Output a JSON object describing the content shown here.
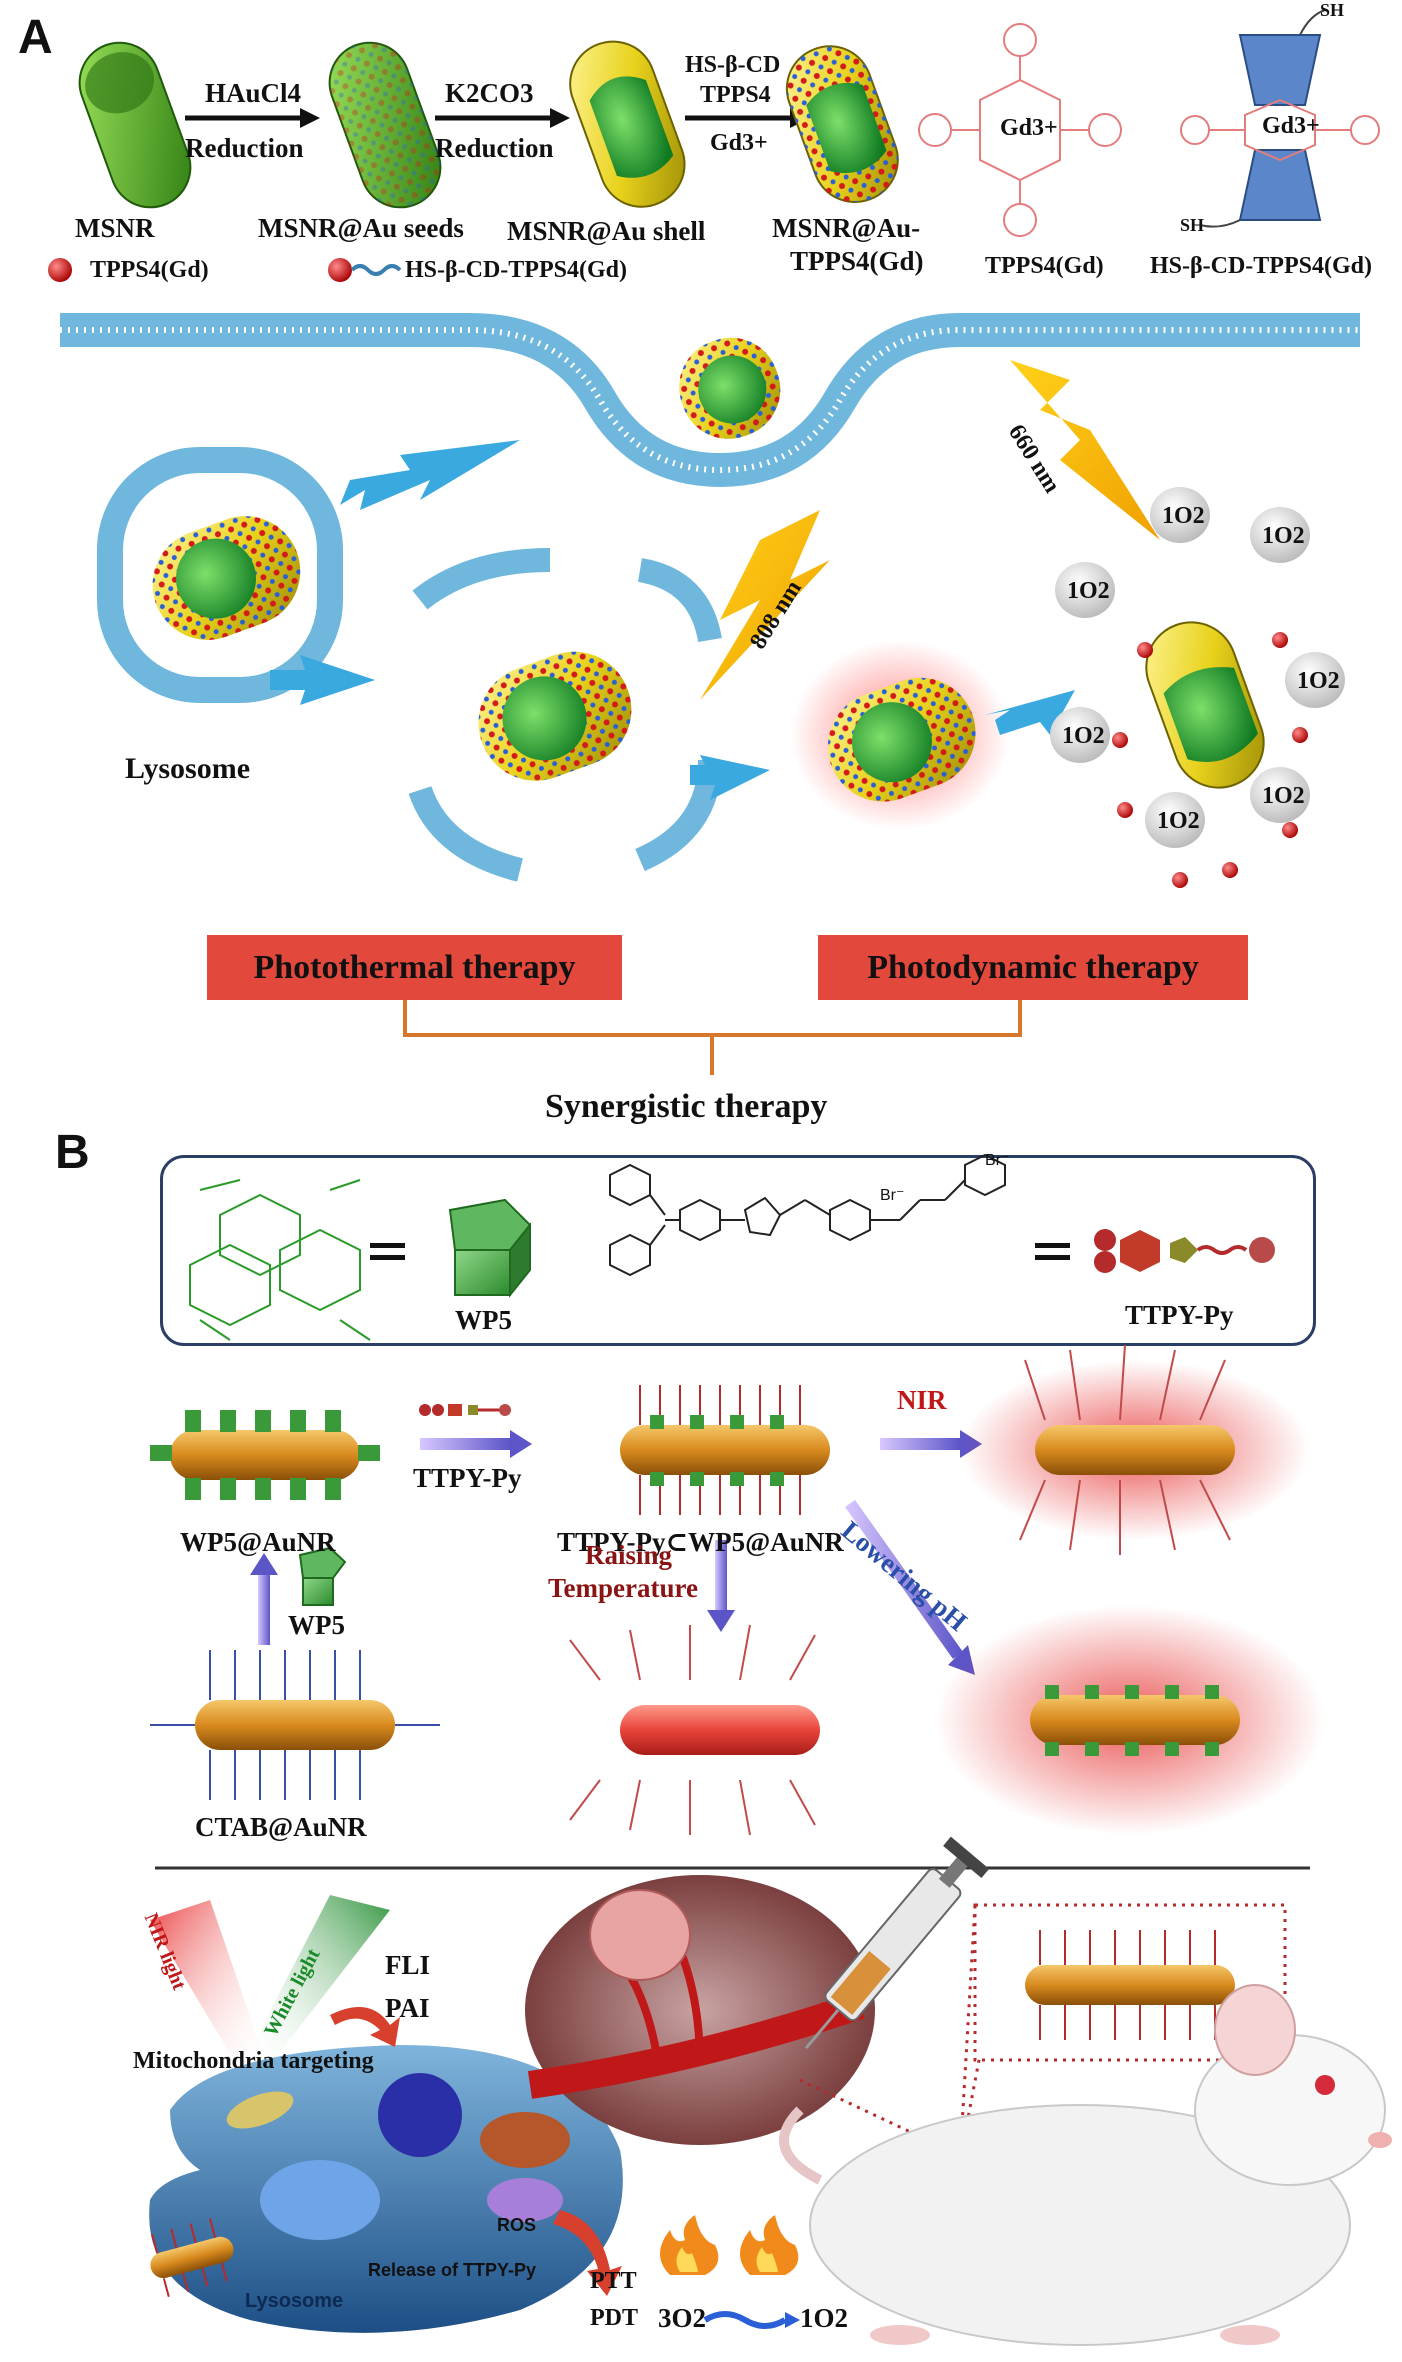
{
  "panel_a": {
    "letter": "A",
    "step1_top": "HAuCl4",
    "step1_bottom": "Reduction",
    "step2_top": "K2CO3",
    "step2_bottom": "Reduction",
    "step3_line1": "HS-β-CD",
    "step3_line2": "TPPS4",
    "step3_line3": "Gd3+",
    "stage1": "MSNR",
    "stage2": "MSNR@Au seeds",
    "stage3": "MSNR@Au shell",
    "stage4_line1": "MSNR@Au-",
    "stage4_line2": "TPPS4(Gd)",
    "legend1": "TPPS4(Gd)",
    "legend2": "HS-β-CD-TPPS4(Gd)",
    "mol1_center": "Gd3+",
    "mol1_label": "TPPS4(Gd)",
    "mol2_center": "Gd3+",
    "mol2_sh_top": "SH",
    "mol2_sh_bottom": "SH",
    "mol2_label": "HS-β-CD-TPPS4(Gd)",
    "laser1": "660 nm",
    "laser2": "808 nm",
    "lysosome": "Lysosome",
    "singlet_oxygen": "1O2",
    "ptt": "Photothermal therapy",
    "pdt": "Photodynamic therapy",
    "synergy": "Synergistic therapy"
  },
  "panel_b": {
    "letter": "B",
    "wp5": "WP5",
    "ttpy": "TTPY-Py",
    "br1": "Br⁻",
    "br2": "Br⁻",
    "wp5_aunr": "WP5@AuNR",
    "ttpy_arrow": "TTPY-Py",
    "complex": "TTPY-Py⊂WP5@AuNR",
    "nir": "NIR",
    "raising_line1": "Raising",
    "raising_line2": "Temperature",
    "lowering": "Lowering pH",
    "wp5_small": "WP5",
    "ctab": "CTAB@AuNR",
    "nir_light": "NIR light",
    "white_light": "White light",
    "fli": "FLI",
    "pai": "PAI",
    "mito": "Mitochondria targeting",
    "ros": "ROS",
    "release": "Release of TTPY-Py",
    "lysosome": "Lysosome",
    "ptt": "PTT",
    "pdt": "PDT",
    "triplet": "3O2",
    "singlet": "1O2"
  }
}
